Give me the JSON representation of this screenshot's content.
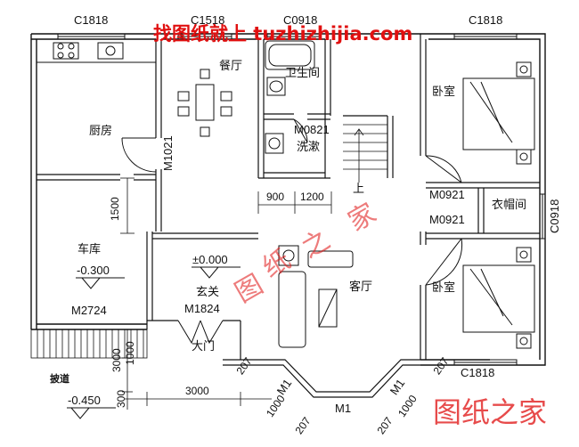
{
  "watermark": {
    "top": "找图纸就上 tuzhizhijia.com",
    "stamp_chars": [
      "图",
      "纸",
      "之",
      "家"
    ],
    "bottom": "图纸之家",
    "color": "#e01010"
  },
  "rooms": {
    "kitchen": "厨房",
    "dining": "餐厅",
    "bathroom": "卫生间",
    "wash": "洗漱",
    "bedroom_top": "卧室",
    "bedroom_bottom": "卧室",
    "closet": "衣帽间",
    "garage": "车库",
    "foyer": "玄关",
    "living": "客厅",
    "main_door": "大门",
    "ramp": "披道",
    "stair_up": "上"
  },
  "openings": {
    "c1818_left": "C1818",
    "c1518": "C1518",
    "c0918_top": "C0918",
    "c1818_right_top": "C1818",
    "c1818_right_bottom": "C1818",
    "c0918_right": "C0918",
    "m1021": "M1021",
    "m0821": "M0821",
    "m0921_a": "M0921",
    "m0921_b": "M0921",
    "m2724": "M2724",
    "m1824": "M1824",
    "m1_left": "M1",
    "m1_center": "M1",
    "m1_right": "M1"
  },
  "elevations": {
    "floor": "±0.000",
    "garage": "-0.300",
    "outside": "-0.450"
  },
  "dimensions": {
    "d900": "900",
    "d1200": "1200",
    "d1500": "1500",
    "d3000_bottom": "3000",
    "d3000_vert": "3000",
    "d300_vert": "300",
    "d1000_vert": "1000",
    "d1000_left": "1000",
    "d1000_right": "1000",
    "d207_a": "207",
    "d207_b": "207",
    "d207_c": "207",
    "d207_d": "207"
  }
}
